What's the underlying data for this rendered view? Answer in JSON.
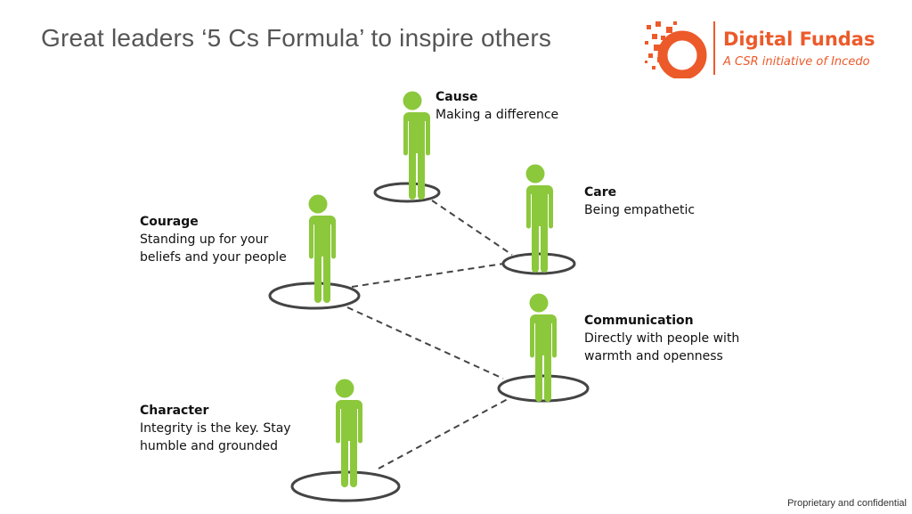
{
  "title": "Great leaders ‘5 Cs Formula’ to inspire others",
  "logo": {
    "name": "Digital Fundas",
    "tagline": "A CSR initiative of Incedo",
    "color": "#ec5a2a"
  },
  "figure_color": "#8cc83c",
  "items": [
    {
      "title": "Cause",
      "desc": "Making a difference"
    },
    {
      "title": "Care",
      "desc": "Being empathetic"
    },
    {
      "title": "Courage",
      "desc": "Standing up for your\nbeliefs and your people"
    },
    {
      "title": "Communication",
      "desc": "Directly with people with\nwarmth and openness"
    },
    {
      "title": "Character",
      "desc": "Integrity is the key. Stay\nhumble and grounded"
    }
  ],
  "footer": "Proprietary and confidential"
}
